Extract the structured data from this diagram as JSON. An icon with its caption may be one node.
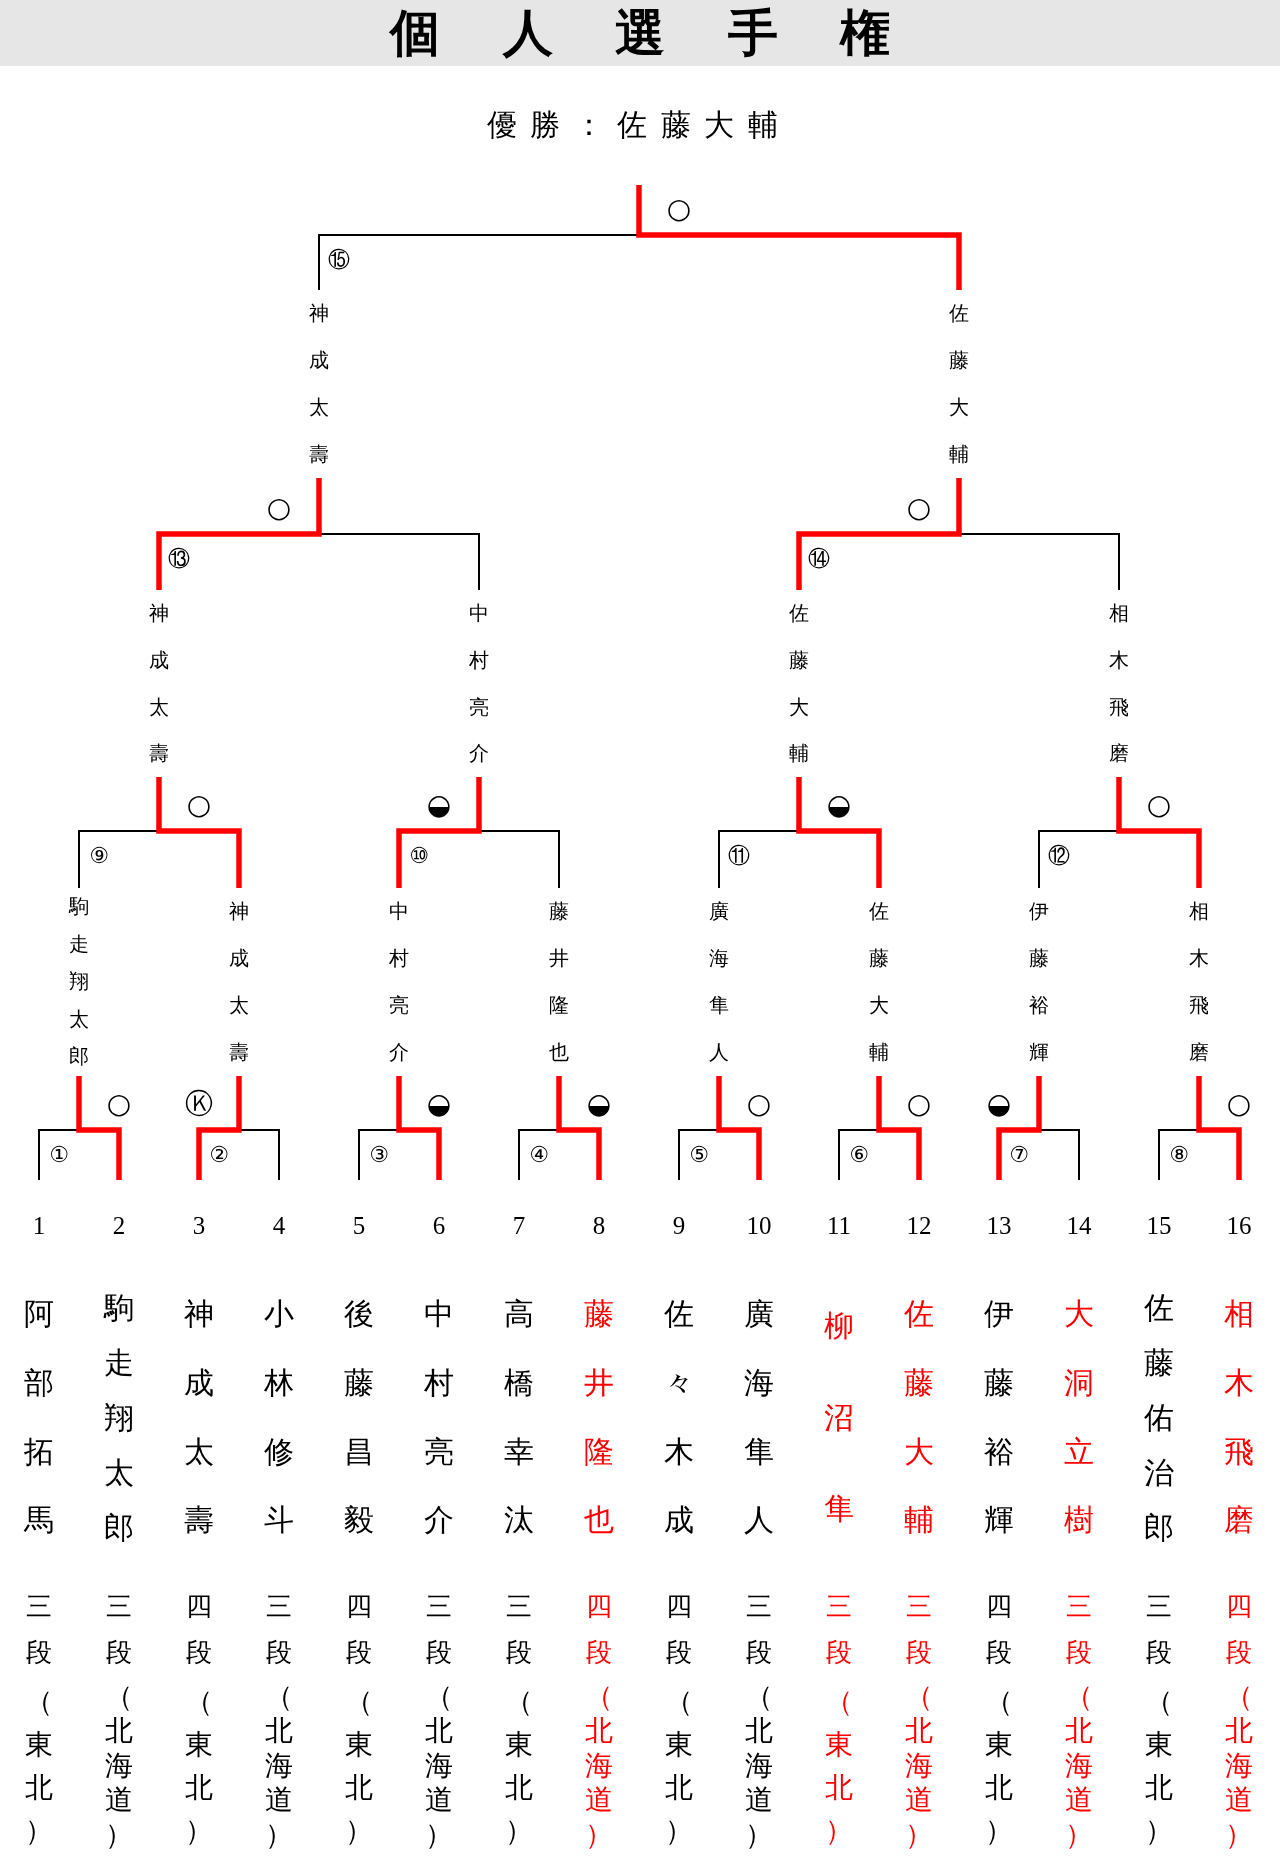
{
  "diagram": {
    "title": "個人選手権",
    "nodes": [
      {
        "text": [
          "優勝：佐藤大輔"
        ]
      },
      {
        "text": [
          "神成太壽"
        ]
      },
      {
        "text": [
          "佐藤大輔"
        ]
      },
      {
        "text": [
          "神成太壽"
        ]
      },
      {
        "text": [
          "中村亮介"
        ]
      },
      {
        "text": [
          "佐藤大輔"
        ]
      },
      {
        "text": [
          "相木飛磨"
        ]
      },
      {
        "text": [
          "駒走翔太郎"
        ]
      },
      {
        "text": [
          "神成太壽"
        ]
      },
      {
        "text": [
          "中村亮介"
        ]
      },
      {
        "text": [
          "藤井隆也"
        ]
      },
      {
        "text": [
          "廣海隼人"
        ]
      },
      {
        "text": [
          "佐藤大輔"
        ]
      },
      {
        "text": [
          "伊藤裕輝"
        ]
      },
      {
        "text": [
          "相木飛磨"
        ]
      },
      {
        "text": [
          "1",
          "阿部拓馬",
          "三段",
          "（東北）"
        ]
      },
      {
        "text": [
          "2",
          "駒走翔太郎",
          "三段",
          "（北海道）"
        ]
      },
      {
        "text": [
          "3",
          "神成太壽",
          "四段",
          "（東北）"
        ]
      },
      {
        "text": [
          "4",
          "小林修斗",
          "三段",
          "（北海道）"
        ]
      },
      {
        "text": [
          "5",
          "後藤昌毅",
          "四段",
          "（東北）"
        ]
      },
      {
        "text": [
          "6",
          "中村亮介",
          "三段",
          "（北海道）"
        ]
      },
      {
        "text": [
          "7",
          "高橋幸汰",
          "三段",
          "（東北）"
        ]
      },
      {
        "text": [
          "8",
          "藤井隆也",
          "四段",
          "（北海道）"
        ]
      },
      {
        "text": [
          "9",
          "佐々木成",
          "四段",
          "（東北）"
        ]
      },
      {
        "text": [
          "10",
          "廣海隼人",
          "三段",
          "（北海道）"
        ]
      },
      {
        "text": [
          "11",
          "柳沼隼",
          "三段",
          "（東北）"
        ]
      },
      {
        "text": [
          "12",
          "佐藤大輔",
          "三段",
          "（北海道）"
        ]
      },
      {
        "text": [
          "13",
          "伊藤裕輝",
          "四段",
          "（東北）"
        ]
      },
      {
        "text": [
          "14",
          "大洞立樹",
          "三段",
          "（北海道）"
        ]
      },
      {
        "text": [
          "15",
          "佐藤佑治郎",
          "三段",
          "（東北）"
        ]
      },
      {
        "text": [
          "16",
          "相木飛磨",
          "四段",
          "（北海道）"
        ]
      }
    ],
    "edges": [
      {
        "from": 1,
        "to": 0,
        "arrow": "none"
      },
      {
        "from": 2,
        "to": 0,
        "arrow": "none",
        "style": "thick",
        "color": "#ff0000"
      },
      {
        "from": 3,
        "to": 1,
        "arrow": "none",
        "style": "thick",
        "color": "#ff0000"
      },
      {
        "from": 4,
        "to": 1,
        "arrow": "none"
      },
      {
        "from": 5,
        "to": 2,
        "arrow": "none",
        "style": "thick",
        "color": "#ff0000"
      },
      {
        "from": 6,
        "to": 2,
        "arrow": "none"
      },
      {
        "from": 7,
        "to": 3,
        "arrow": "none"
      },
      {
        "from": 8,
        "to": 3,
        "arrow": "none",
        "style": "thick",
        "color": "#ff0000"
      },
      {
        "from": 9,
        "to": 4,
        "arrow": "none",
        "style": "thick",
        "color": "#ff0000"
      },
      {
        "from": 10,
        "to": 4,
        "arrow": "none"
      },
      {
        "from": 11,
        "to": 5,
        "arrow": "none"
      },
      {
        "from": 12,
        "to": 5,
        "arrow": "none",
        "style": "thick",
        "color": "#ff0000"
      },
      {
        "from": 13,
        "to": 6,
        "arrow": "none"
      },
      {
        "from": 14,
        "to": 6,
        "arrow": "none",
        "style": "thick",
        "color": "#ff0000"
      },
      {
        "from": 15,
        "to": 7,
        "arrow": "none"
      },
      {
        "from": 16,
        "to": 7,
        "arrow": "none",
        "style": "thick",
        "color": "#ff0000"
      },
      {
        "from": 17,
        "to": 8,
        "arrow": "none",
        "style": "thick",
        "color": "#ff0000"
      },
      {
        "from": 18,
        "to": 8,
        "arrow": "none"
      },
      {
        "from": 19,
        "to": 9,
        "arrow": "none"
      },
      {
        "from": 20,
        "to": 9,
        "arrow": "none",
        "style": "thick",
        "color": "#ff0000"
      },
      {
        "from": 21,
        "to": 10,
        "arrow": "none"
      },
      {
        "from": 22,
        "to": 10,
        "arrow": "none",
        "style": "thick",
        "color": "#ff0000"
      },
      {
        "from": 23,
        "to": 11,
        "arrow": "none"
      },
      {
        "from": 24,
        "to": 11,
        "arrow": "none",
        "style": "thick",
        "color": "#ff0000"
      },
      {
        "from": 25,
        "to": 12,
        "arrow": "none"
      },
      {
        "from": 26,
        "to": 12,
        "arrow": "none",
        "style": "thick",
        "color": "#ff0000"
      },
      {
        "from": 27,
        "to": 13,
        "arrow": "none",
        "style": "thick",
        "color": "#ff0000"
      },
      {
        "from": 28,
        "to": 13,
        "arrow": "none"
      },
      {
        "from": 29,
        "to": 14,
        "arrow": "none"
      },
      {
        "from": 30,
        "to": 14,
        "arrow": "none",
        "style": "thick",
        "color": "#ff0000"
      }
    ],
    "labels": [
      "○",
      "⑮",
      "○",
      "⑬",
      "○",
      "⑭",
      "○",
      "⑨",
      "◒",
      "⑩",
      "◒",
      "⑪",
      "○",
      "⑫",
      "○",
      "①",
      "Ⓚ",
      "②",
      "◒",
      "③",
      "◒",
      "④",
      "○",
      "⑤",
      "○",
      "⑥",
      "◒",
      "⑦",
      "○",
      "⑧"
    ]
  }
}
